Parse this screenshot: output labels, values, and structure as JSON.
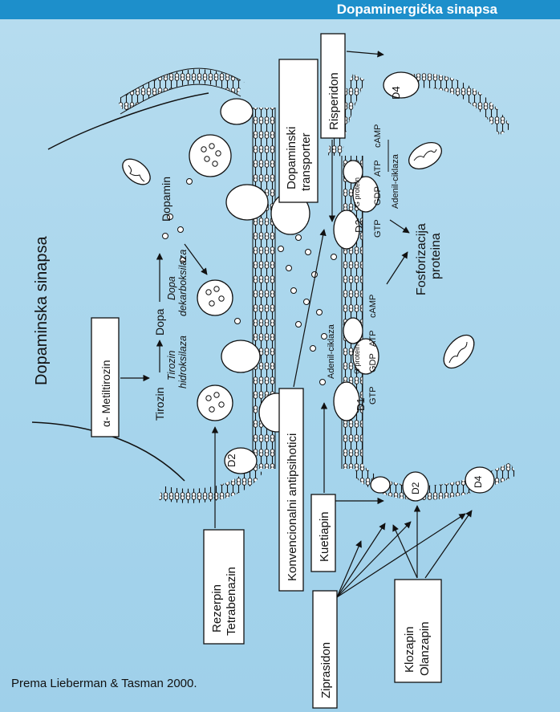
{
  "header": {
    "title": "Dopaminergička sinapsa"
  },
  "diagram": {
    "side_title": "Dopaminska sinapsa",
    "presynaptic": {
      "inhibitor_box": "α- Metiltirozin",
      "tyrosine": "Tirozin",
      "tyrosine_enzyme_1": "Tirozin",
      "tyrosine_enzyme_2": "hidroksilaza",
      "dopa": "Dopa",
      "dopa_enzyme_1": "Dopa",
      "dopa_enzyme_2": "dekarboksilaza",
      "dopamine": "Dopamin",
      "receptor_d2": "D2"
    },
    "boxes": {
      "transporter_1": "Dopaminski",
      "transporter_2": "transporter",
      "risperidone": "Risperidon",
      "conventional": "Konvencionalni antipsihotici",
      "quetiapine": "Kuetiapin",
      "reserpine_1": "Rezerpin",
      "reserpine_2": "Tetrabenazin",
      "ziprasidone": "Ziprasidon",
      "clozapine_1": "Klozapin",
      "clozapine_2": "Olanzapin"
    },
    "postsynaptic": {
      "d4": "D4",
      "d2": "D2",
      "d1": "D1",
      "d2_lower": "D2",
      "d4_lower": "D4",
      "g_protein": "G protein",
      "g_protein_lower": "G protein",
      "gtp": "GTP",
      "gdp": "GDP",
      "atp": "ATP",
      "camp": "cAMP",
      "adenyl": "Adenil-ciklaza",
      "gtp_lower": "GTP",
      "gdp_lower": "GDP",
      "atp_lower": "ATP",
      "camp_lower": "cAMP",
      "adenyl_lower": "Adenil-ciklaza",
      "phospho_1": "Fosforizacija",
      "phospho_2": "proteina"
    }
  },
  "credit": "Prema Lieberman & Tasman 2000.",
  "colors": {
    "header_bg": "#1d8fcb",
    "panel_bg": "#a9d6ed",
    "ink": "#111111"
  }
}
